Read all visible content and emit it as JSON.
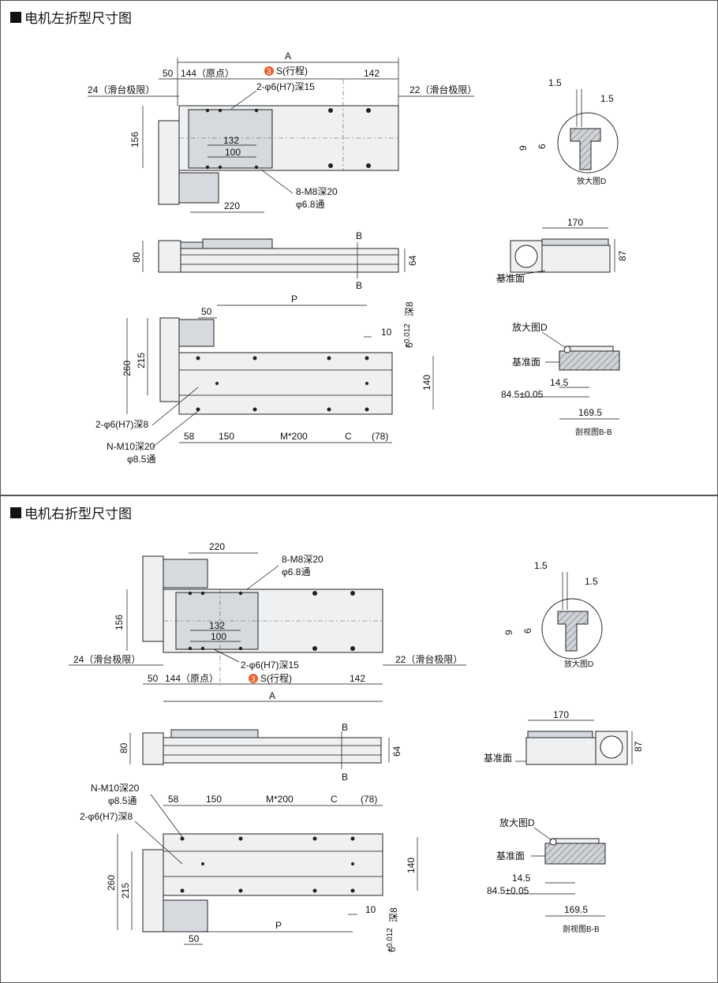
{
  "sections": [
    {
      "title": "电机左折型尺寸图"
    },
    {
      "title": "电机右折型尺寸图"
    }
  ],
  "badge": "3",
  "labels": {
    "A": "A",
    "stroke": "S(行程)",
    "d50": "50",
    "d144": "144（原点）",
    "d142": "142",
    "d24": "24（滑台极限）",
    "d22": "22（滑台极限）",
    "hole2": "2-φ6(H7)深15",
    "d156": "156",
    "d132": "132",
    "d100": "100",
    "d220": "220",
    "tap8": "8-M8深20",
    "thru68": "φ6.8通",
    "d80": "80",
    "d64": "64",
    "B": "B",
    "P": "P",
    "d260": "260",
    "d215": "215",
    "d10": "10",
    "tol": "+0.012\n0",
    "tol_top": "+0.012",
    "tol_bot": "0",
    "six": "6",
    "deep8": "深8",
    "d140": "140",
    "hole8": "2-φ6(H7)深8",
    "tapN": "N-M10深20",
    "thru85": "φ8.5通",
    "d58": "58",
    "d150": "150",
    "M200": "M*200",
    "C": "C",
    "d78": "(78)",
    "d15a": "1.5",
    "d15b": "1.5",
    "d9": "9",
    "d6": "6",
    "detailD": "放大图D",
    "d170": "170",
    "d87": "87",
    "datum": "基准面",
    "detailD2": "放大图D",
    "datum2": "基准面",
    "d145": "14.5",
    "d845": "84.5±0.05",
    "d1695": "169.5",
    "sectionBB": "剖视图B-B"
  }
}
